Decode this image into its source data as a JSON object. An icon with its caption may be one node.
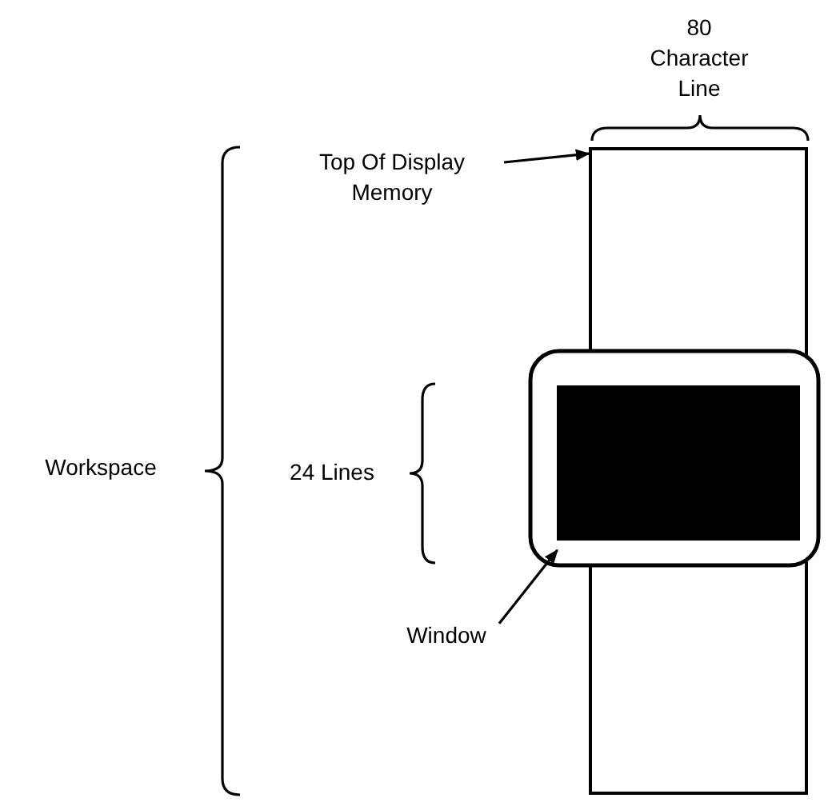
{
  "diagram": {
    "nodes": [
      {
        "text": [
          "Top Of Display Memory"
        ]
      },
      {
        "text": [],
        "shape": "box"
      },
      {
        "text": [],
        "shape": "box"
      },
      {
        "text": [
          "Window"
        ]
      }
    ],
    "edges": [
      {
        "from": 0,
        "to": 1,
        "arrow": "to"
      },
      {
        "from": 3,
        "to": 2,
        "arrow": "to"
      }
    ],
    "labels": [
      "80 Character Line",
      "Workspace",
      "24 Lines"
    ]
  }
}
